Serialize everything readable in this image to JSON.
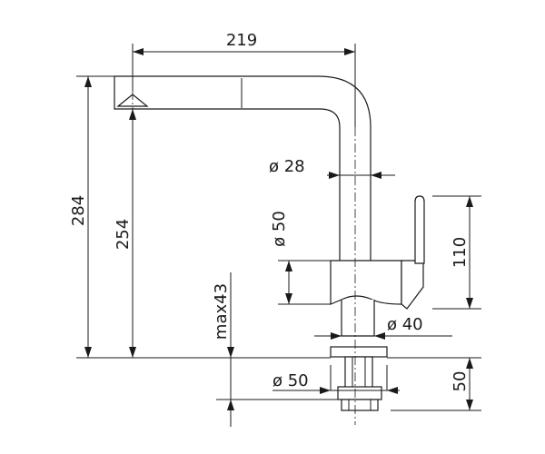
{
  "drawing": {
    "dimensions": {
      "reach": "219",
      "total_height": "284",
      "spout_height": "254",
      "spout_diameter": "ø 28",
      "column_diameter": "ø 50",
      "lever_height": "110",
      "max_thickness": "max43",
      "base_diameter": "ø 40",
      "hole_diameter": "ø 50",
      "shank_length": "50"
    }
  }
}
